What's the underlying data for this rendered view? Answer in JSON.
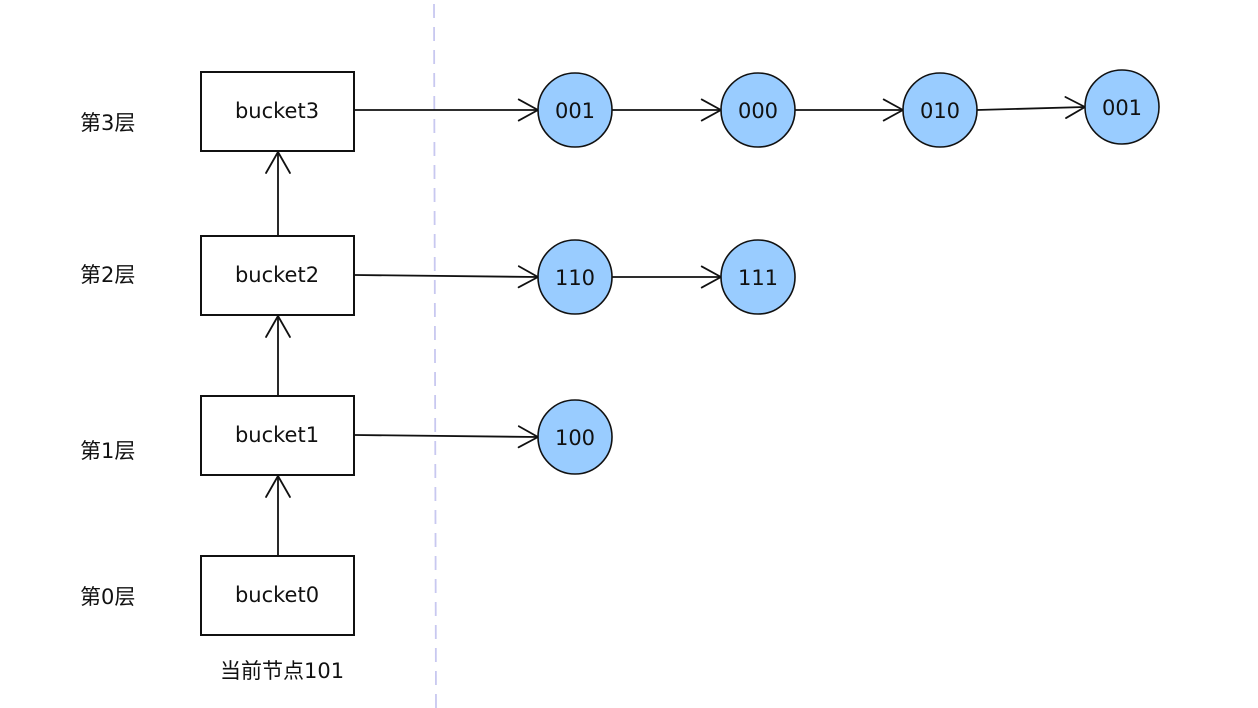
{
  "colors": {
    "node_fill": "#99ccff",
    "divider": "#c8c8f0",
    "line": "#111111"
  },
  "layers": [
    {
      "label": "第3层",
      "bucket": "bucket3"
    },
    {
      "label": "第2层",
      "bucket": "bucket2"
    },
    {
      "label": "第1层",
      "bucket": "bucket1"
    },
    {
      "label": "第0层",
      "bucket": "bucket0"
    }
  ],
  "current_node_label": "当前节点101",
  "chains": {
    "bucket3": [
      "001",
      "000",
      "010",
      "001"
    ],
    "bucket2": [
      "110",
      "111"
    ],
    "bucket1": [
      "100"
    ],
    "bucket0": []
  }
}
